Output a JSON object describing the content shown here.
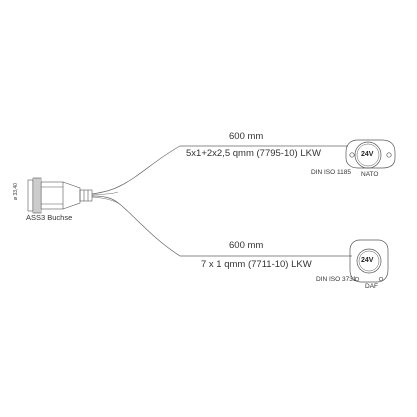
{
  "diagram": {
    "left_connector": {
      "label": "ASS3 Buchse",
      "diameter_label": "ø 33,40"
    },
    "cables": [
      {
        "length": "600 mm",
        "spec": "5x1+2x2,5 qmm (7795-10) LKW",
        "plug": {
          "voltage": "24V",
          "standard": "DIN ISO 1185",
          "name": "NATO"
        }
      },
      {
        "length": "600 mm",
        "spec": "7 x 1 qmm (7711-10) LKW",
        "plug": {
          "voltage": "24V",
          "standard": "DIN ISO 3731",
          "name": "DAF"
        }
      }
    ],
    "colors": {
      "line": "#555555",
      "text": "#333333"
    }
  }
}
